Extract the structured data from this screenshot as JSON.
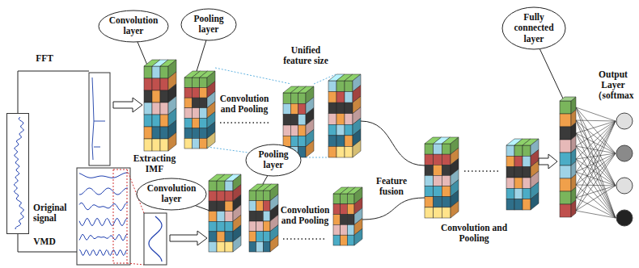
{
  "diagram": {
    "nodes": [
      {
        "text": [
          "Convolution layer"
        ]
      },
      {
        "text": [
          "Pooling layer"
        ]
      },
      {
        "text": [
          "Original signal"
        ]
      },
      {
        "text": [
          "Convolution layer"
        ]
      },
      {
        "text": [
          "Pooling layer"
        ]
      },
      {
        "text": [
          "Fully connected layer"
        ]
      }
    ],
    "labels": [
      "Unified feature size",
      "FFT",
      "Output Layer（softmax",
      "Convolution and Pooling",
      "Extracting IMF",
      "Feature fusion",
      "Convolution and Pooling",
      "Convolution and Pooling",
      "VMD"
    ]
  }
}
